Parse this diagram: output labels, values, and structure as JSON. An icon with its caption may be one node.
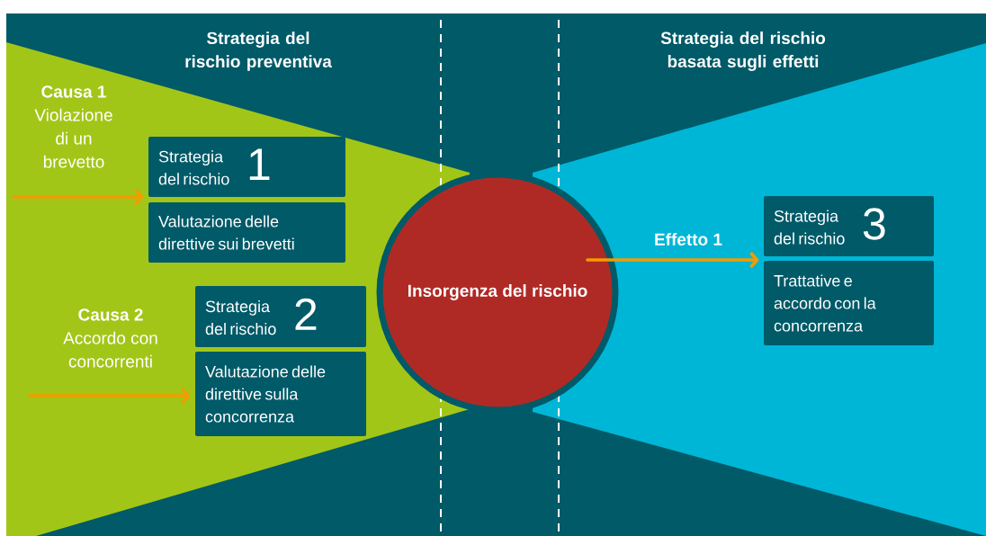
{
  "diagram": {
    "nodes": [
      {
        "text": [
          "Causa 1",
          "Violazione di un brevetto"
        ]
      },
      {
        "text": [
          "Strategia del rischio",
          "1"
        ]
      },
      {
        "text": [
          "Valutazione delle direttive sui brevetti"
        ]
      },
      {
        "text": [
          "Causa 2",
          "Accordo con concorrenti"
        ]
      },
      {
        "text": [
          "Strategia del rischio",
          "2"
        ]
      },
      {
        "text": [
          "Valutazione delle direttive sulla concorrenza"
        ]
      },
      {
        "text": [
          "Insorgenza del rischio"
        ]
      },
      {
        "text": [
          "Strategia del rischio",
          "3"
        ]
      },
      {
        "text": [
          "Trattative e accordo con la concorrenza"
        ]
      }
    ],
    "edges": [
      {
        "from": null,
        "to": 1,
        "arrow": "to"
      },
      {
        "from": null,
        "to": 5,
        "arrow": "to"
      },
      {
        "from": 6,
        "to": 7,
        "arrow": "to",
        "label": "Effetto 1"
      }
    ],
    "labels": [
      "Strategia del rischio preventiva",
      "Strategia del rischio basata sugli effetti"
    ]
  }
}
